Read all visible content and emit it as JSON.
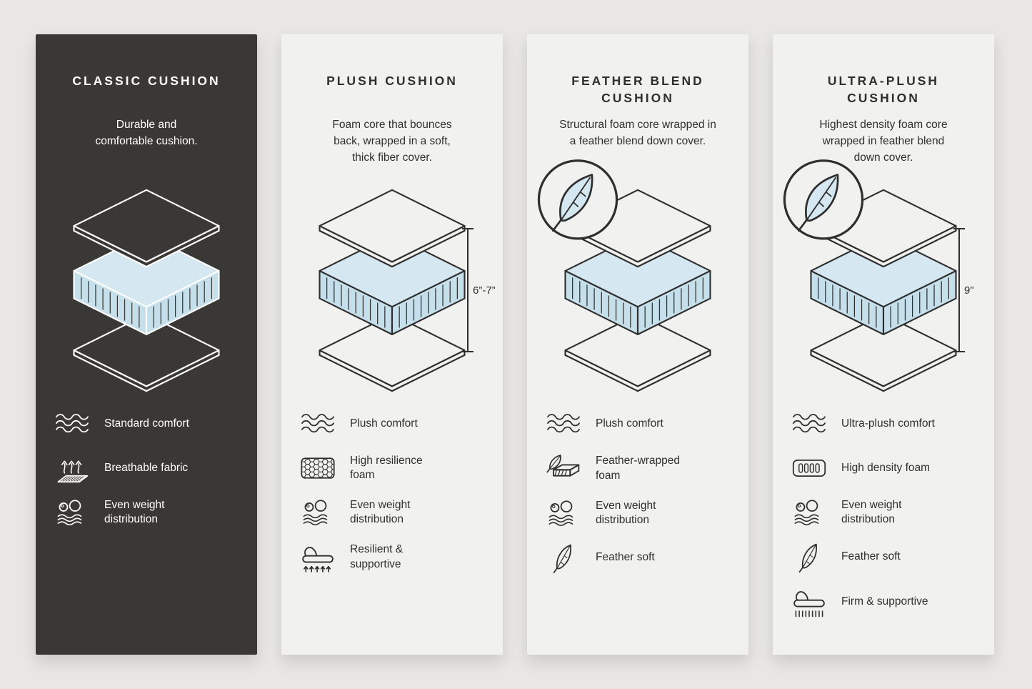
{
  "colors": {
    "page_bg": "#e8e7e5",
    "card_bg": "#f1f1ef",
    "card_dark_bg": "#3a3836",
    "ink_color": "#2f2f2f",
    "ink_on_dark": "#ffffff",
    "foam_top": "#d5e8f1",
    "foam_side": "#c6e0eb"
  },
  "columns": [
    {
      "id": "classic",
      "theme": "dark",
      "title": "CLASSIC CUSHION",
      "description": "Durable and\ncomfortable cushion.",
      "diagram": {
        "type": "cushion-layer-stack",
        "feather_badge": false,
        "dimension": null
      },
      "features": [
        {
          "icon": "waves-icon",
          "label": "Standard comfort"
        },
        {
          "icon": "breathable-fabric-icon",
          "label": "Breathable fabric"
        },
        {
          "icon": "even-weight-icon",
          "label": "Even weight\ndistribution"
        }
      ]
    },
    {
      "id": "plush",
      "theme": "light",
      "title": "PLUSH CUSHION",
      "description": "Foam core that bounces\nback, wrapped in a soft,\nthick fiber cover.",
      "diagram": {
        "type": "cushion-layer-stack",
        "feather_badge": false,
        "dimension": "6”-7”"
      },
      "features": [
        {
          "icon": "waves-icon",
          "label": "Plush comfort"
        },
        {
          "icon": "high-resilience-foam-icon",
          "label": "High resilience\nfoam"
        },
        {
          "icon": "even-weight-icon",
          "label": "Even weight\ndistribution"
        },
        {
          "icon": "resilient-supportive-icon",
          "label": "Resilient &\nsupportive"
        }
      ]
    },
    {
      "id": "feather-blend",
      "theme": "light",
      "title": "FEATHER BLEND\nCUSHION",
      "description": "Structural foam core wrapped in\na feather blend down cover.",
      "diagram": {
        "type": "cushion-layer-stack",
        "feather_badge": true,
        "dimension": null
      },
      "features": [
        {
          "icon": "waves-icon",
          "label": "Plush comfort"
        },
        {
          "icon": "feather-wrapped-foam-icon",
          "label": "Feather-wrapped\nfoam"
        },
        {
          "icon": "even-weight-icon",
          "label": "Even weight\ndistribution"
        },
        {
          "icon": "feather-icon",
          "label": "Feather soft"
        }
      ]
    },
    {
      "id": "ultra-plush",
      "theme": "light",
      "title": "ULTRA-PLUSH\nCUSHION",
      "description": "Highest density foam core\nwrapped in feather blend\ndown cover.",
      "diagram": {
        "type": "cushion-layer-stack",
        "feather_badge": true,
        "dimension": "9”"
      },
      "features": [
        {
          "icon": "waves-icon",
          "label": "Ultra-plush comfort"
        },
        {
          "icon": "high-density-foam-icon",
          "label": "High density foam"
        },
        {
          "icon": "even-weight-icon",
          "label": "Even weight\ndistribution"
        },
        {
          "icon": "feather-icon",
          "label": "Feather soft"
        },
        {
          "icon": "firm-supportive-icon",
          "label": "Firm & supportive"
        }
      ]
    }
  ]
}
